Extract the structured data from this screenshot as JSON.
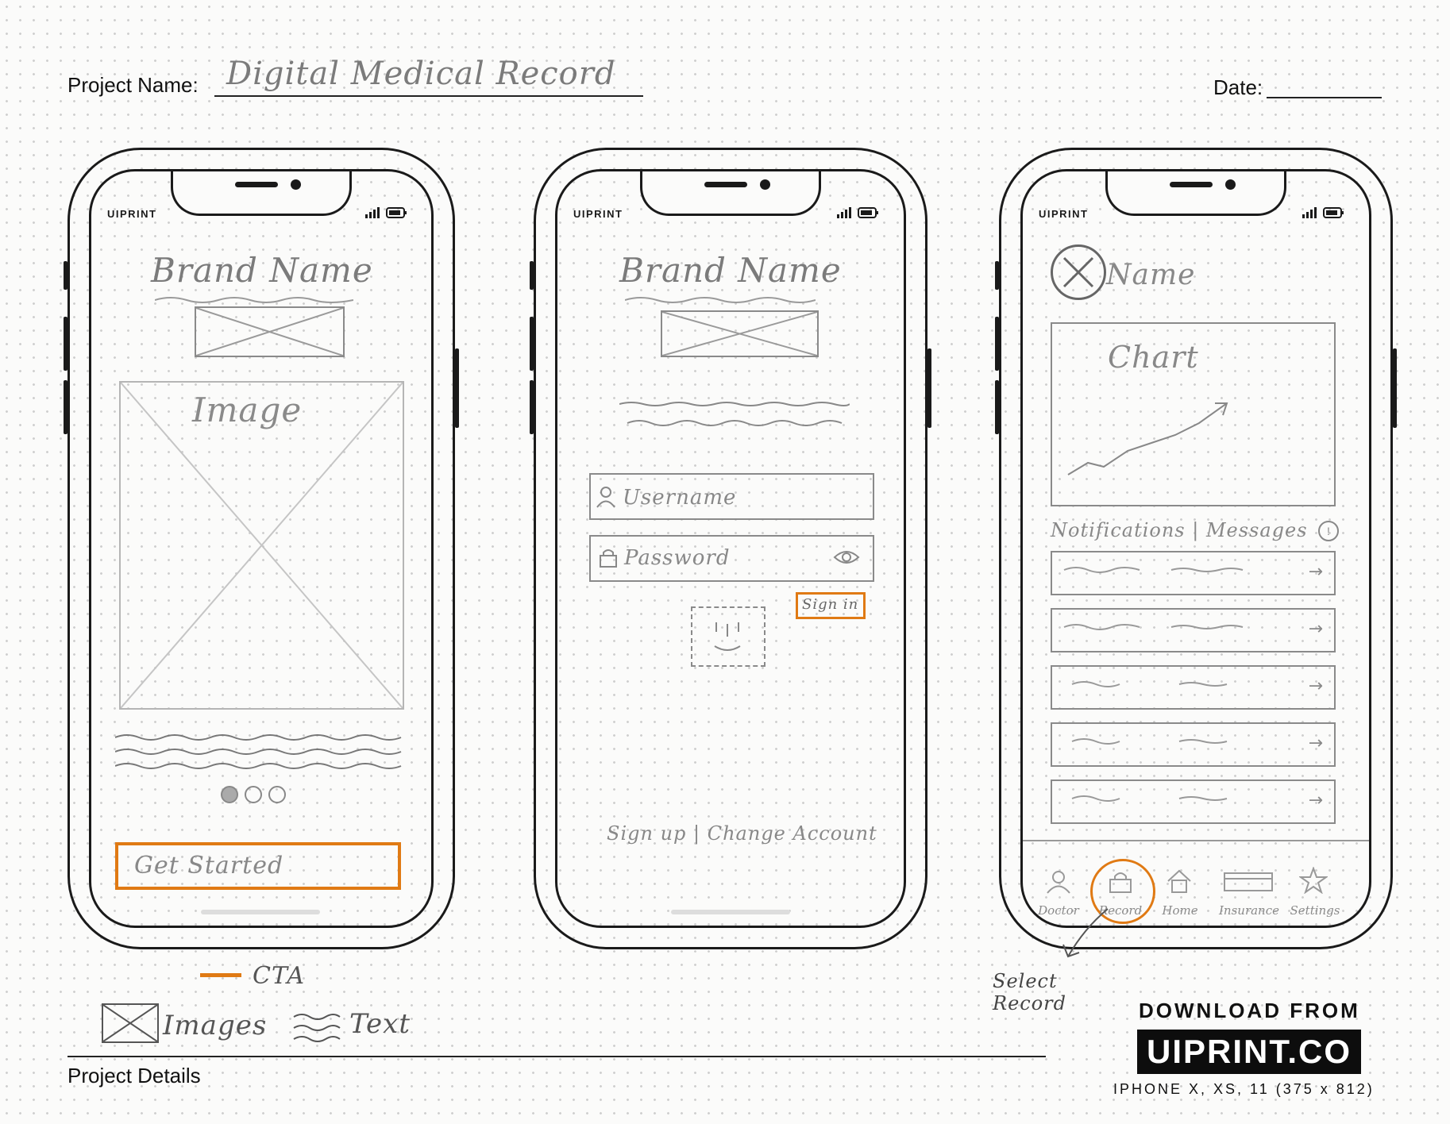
{
  "header": {
    "project_label": "Project Name:",
    "project_value": "Digital Medical Record",
    "date_label": "Date:"
  },
  "phone_logo": "UIPRINT",
  "screen1": {
    "brand": "Brand Name",
    "image_label": "Image",
    "cta": "Get Started",
    "pager_icons": [
      "dot-filled-icon",
      "dot-empty-icon",
      "dot-empty-icon"
    ]
  },
  "screen2": {
    "brand": "Brand Name",
    "username_placeholder": "Username",
    "password_placeholder": "Password",
    "signin": "Sign in",
    "footer": "Sign up | Change Account"
  },
  "screen3": {
    "name": "Name",
    "chart_label": "Chart",
    "tabs_header": "Notifications | Messages",
    "tab_bar": [
      "Doctor",
      "Record",
      "Home",
      "Insurance",
      "Settings"
    ],
    "tab_icons": [
      "person-icon",
      "lock-icon",
      "home-icon",
      "card-icon",
      "star-icon"
    ],
    "annotation": "Select Record"
  },
  "legend": {
    "cta": "CTA",
    "images": "Images",
    "text": "Text"
  },
  "footer": {
    "details": "Project Details",
    "download": "DOWNLOAD FROM",
    "brand": "UIPRINT.CO",
    "device": "IPHONE X, XS, 11 (375 x 812)"
  },
  "colors": {
    "cta": "#e07a14",
    "pencil": "#8a8a8a",
    "ink": "#1a1a1a"
  }
}
